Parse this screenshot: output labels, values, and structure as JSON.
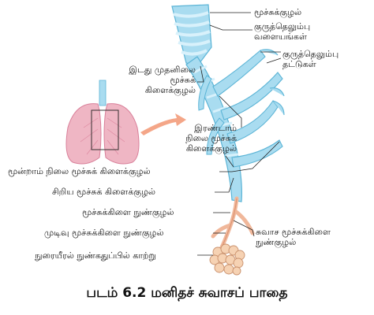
{
  "labels": {
    "trachea": "மூச்சுக்குழல்",
    "cartilage_rings": "குருத்தெலும்பு\nவளையங்கள்",
    "cartilage_plates": "குருத்தெலும்பு\nதட்டுகள்",
    "primary_bronchus": "இடது முதனிலை\nமூச்சுக்\nகிளைக்குழல்",
    "secondary_bronchus": "இரண்டாம்\nநிலை மூச்சுக்\nகிளைக்குழல்",
    "tertiary_bronchus": "மூன்றாம் நிலை மூச்சுக் கிளைக்குழல்",
    "small_bronchus": "சிறிய மூச்சுக் கிளைக்குழல்",
    "bronchiole": "மூச்சுக்கிளை நுண்குழல்",
    "terminal_bronchiole": "முடிவு மூச்சுக்கிளை நுண்குழல்",
    "respiratory_bronchiole": "சுவாச மூச்சுக்கிளை\nநுண்குழல்",
    "alveolar_sac": "நுரையீரல் நுண்கதுப்பில் காற்று"
  },
  "caption": "படம் 6.2 மனிதச் சுவாசப் பாதை",
  "colors": {
    "airway": "#a9dcf0",
    "airway_dark": "#5bb4d6",
    "ring": "#d8f1fb",
    "lung": "#efb6c4",
    "lung_dark": "#d97f99",
    "alveoli": "#f6d2b3",
    "arrow": "#f4a688"
  }
}
